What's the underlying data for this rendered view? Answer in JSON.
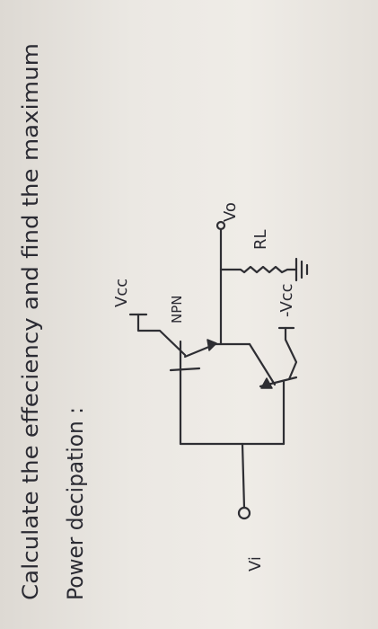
{
  "question": {
    "line1": "Calculate the effeciency and find the maximum",
    "line2": "Power decipation :"
  },
  "circuit": {
    "input_label": "Vi",
    "output_label": "Vo",
    "npn_label": "NPN",
    "vcc_label": "Vcc",
    "neg_vcc_label": "-Vcc",
    "load_label": "RL"
  }
}
